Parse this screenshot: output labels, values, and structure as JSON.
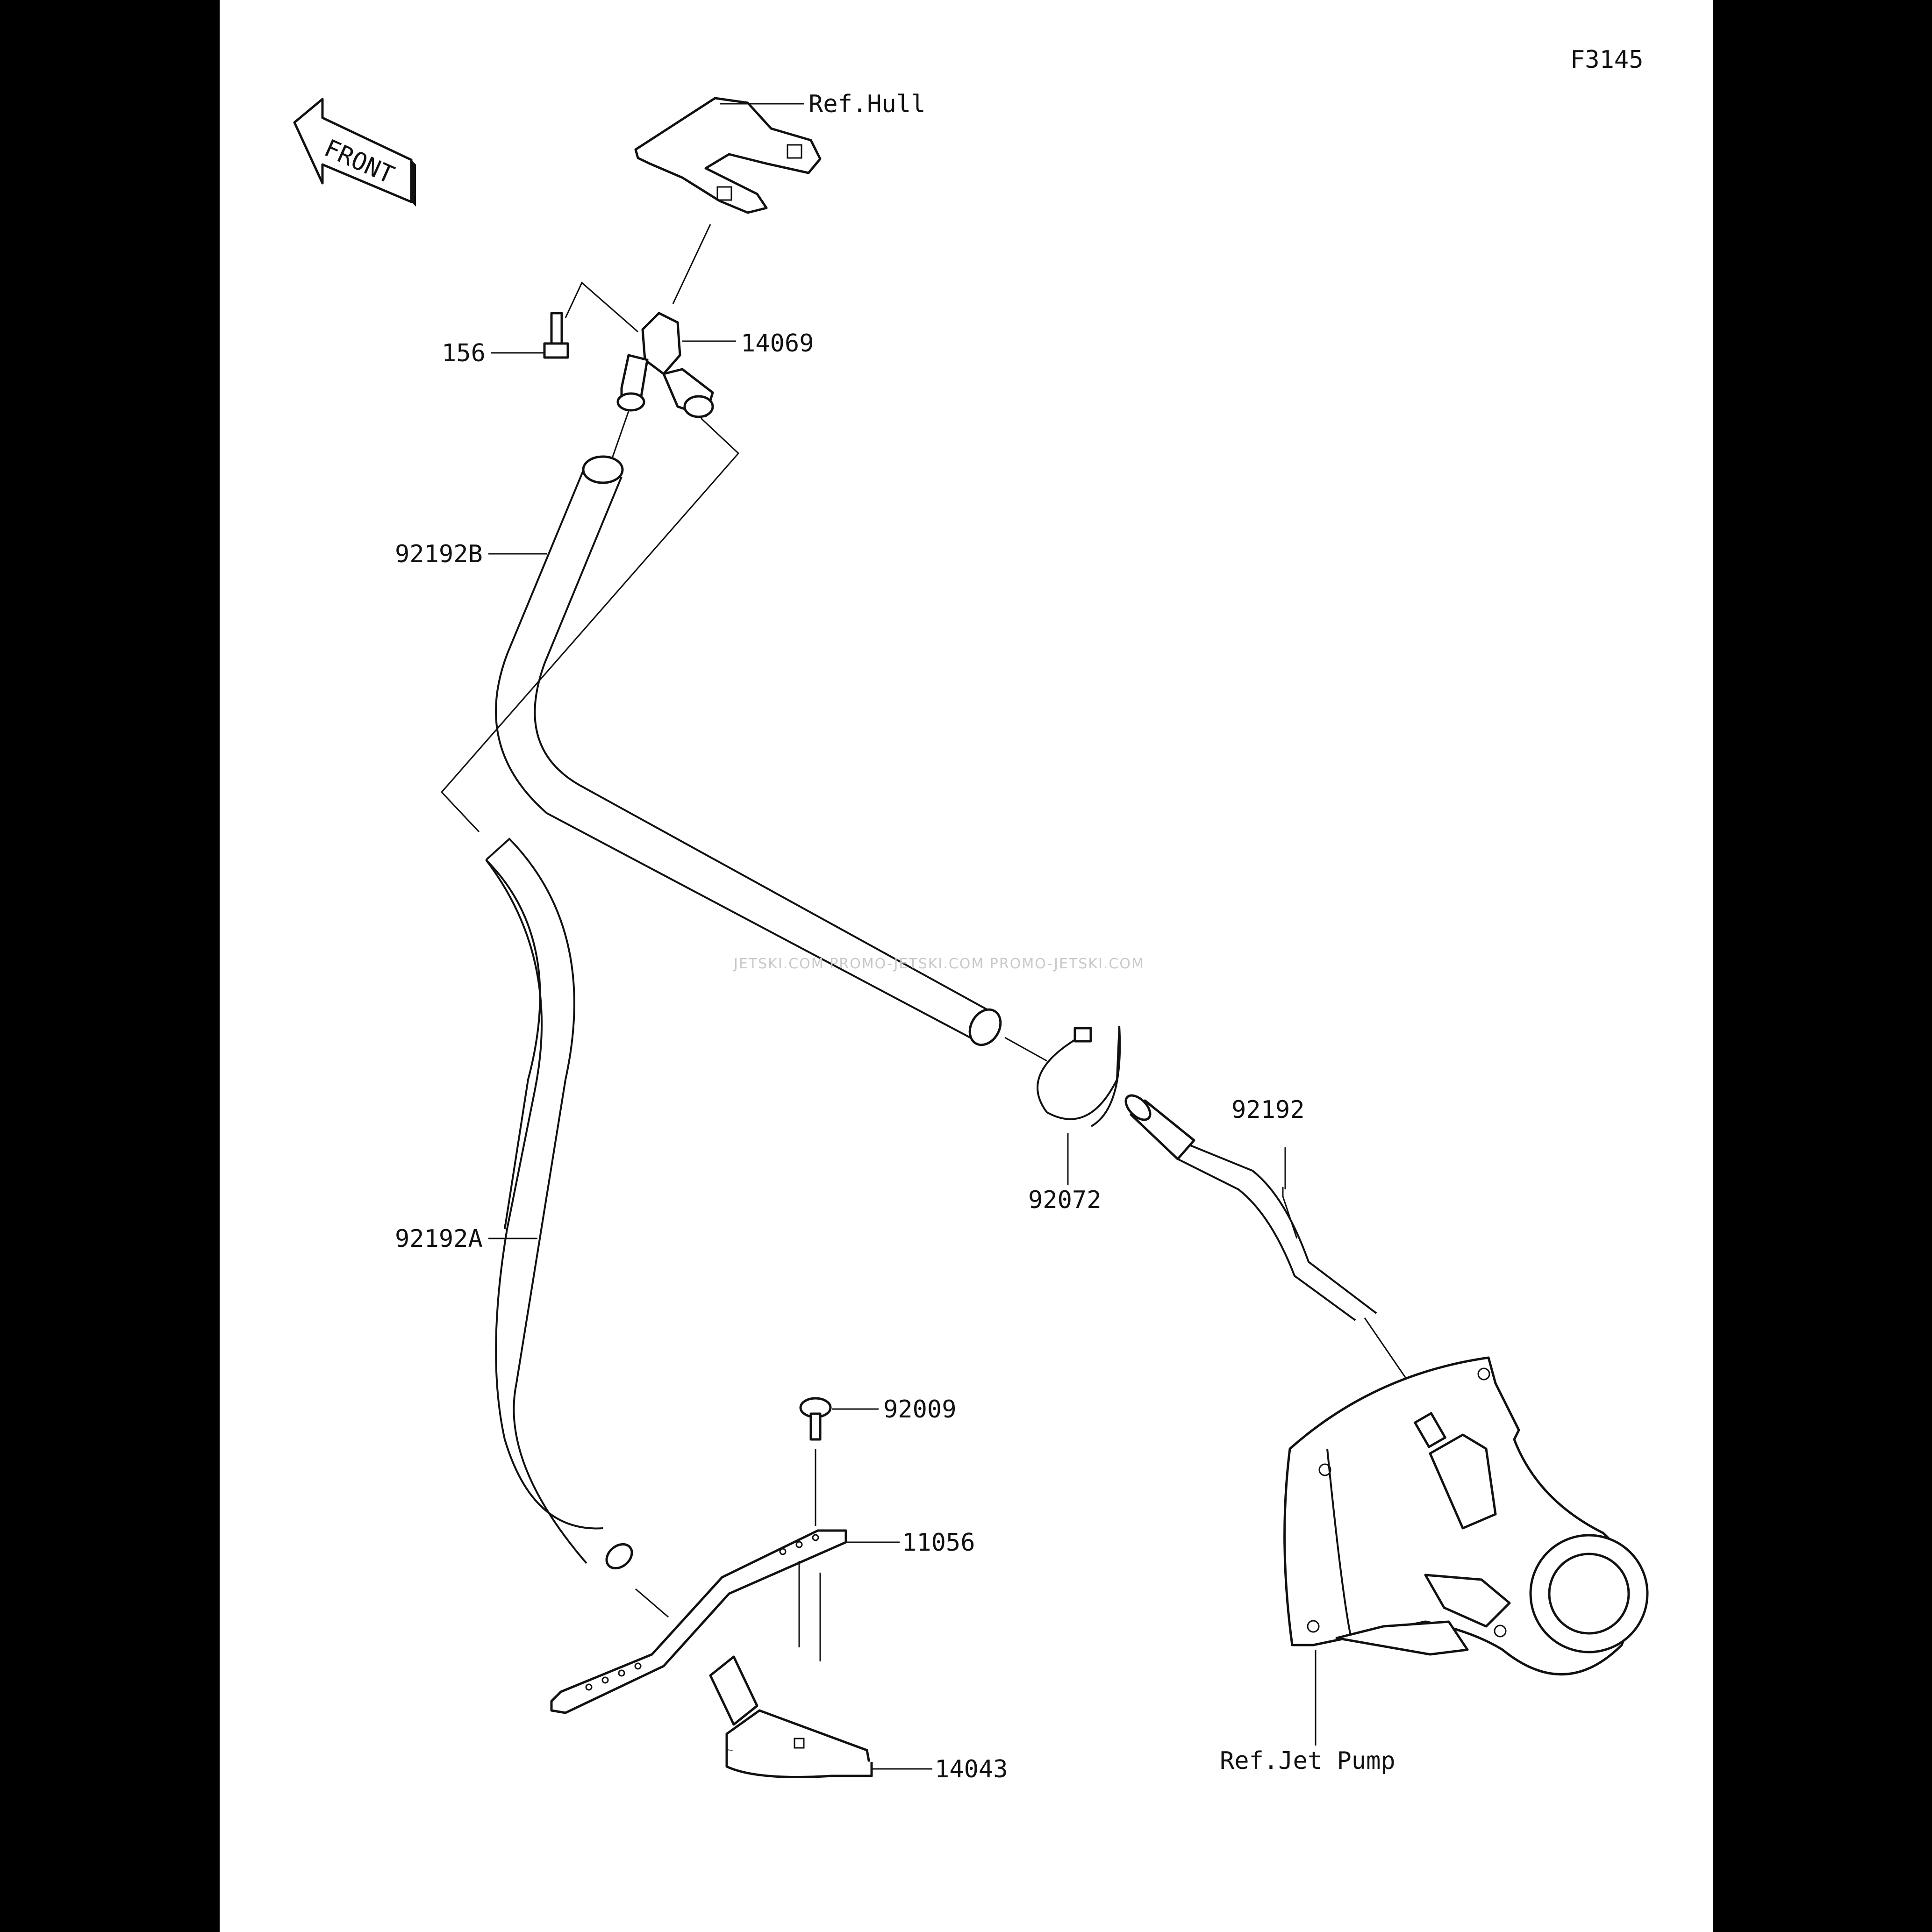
{
  "sheet_code": "F3145",
  "front_arrow_label": "FRONT",
  "watermark": "JETSKI.COM  PROMO-JETSKI.COM  PROMO-JETSKI.COM",
  "labels": {
    "ref_hull": "Ref.Hull",
    "p14069": "14069",
    "p156": "156",
    "p92192B": "92192B",
    "p92192A": "92192A",
    "p92072": "92072",
    "p92192": "92192",
    "p92009": "92009",
    "p11056": "11056",
    "p14043": "14043",
    "ref_jet_pump": "Ref.Jet Pump"
  }
}
